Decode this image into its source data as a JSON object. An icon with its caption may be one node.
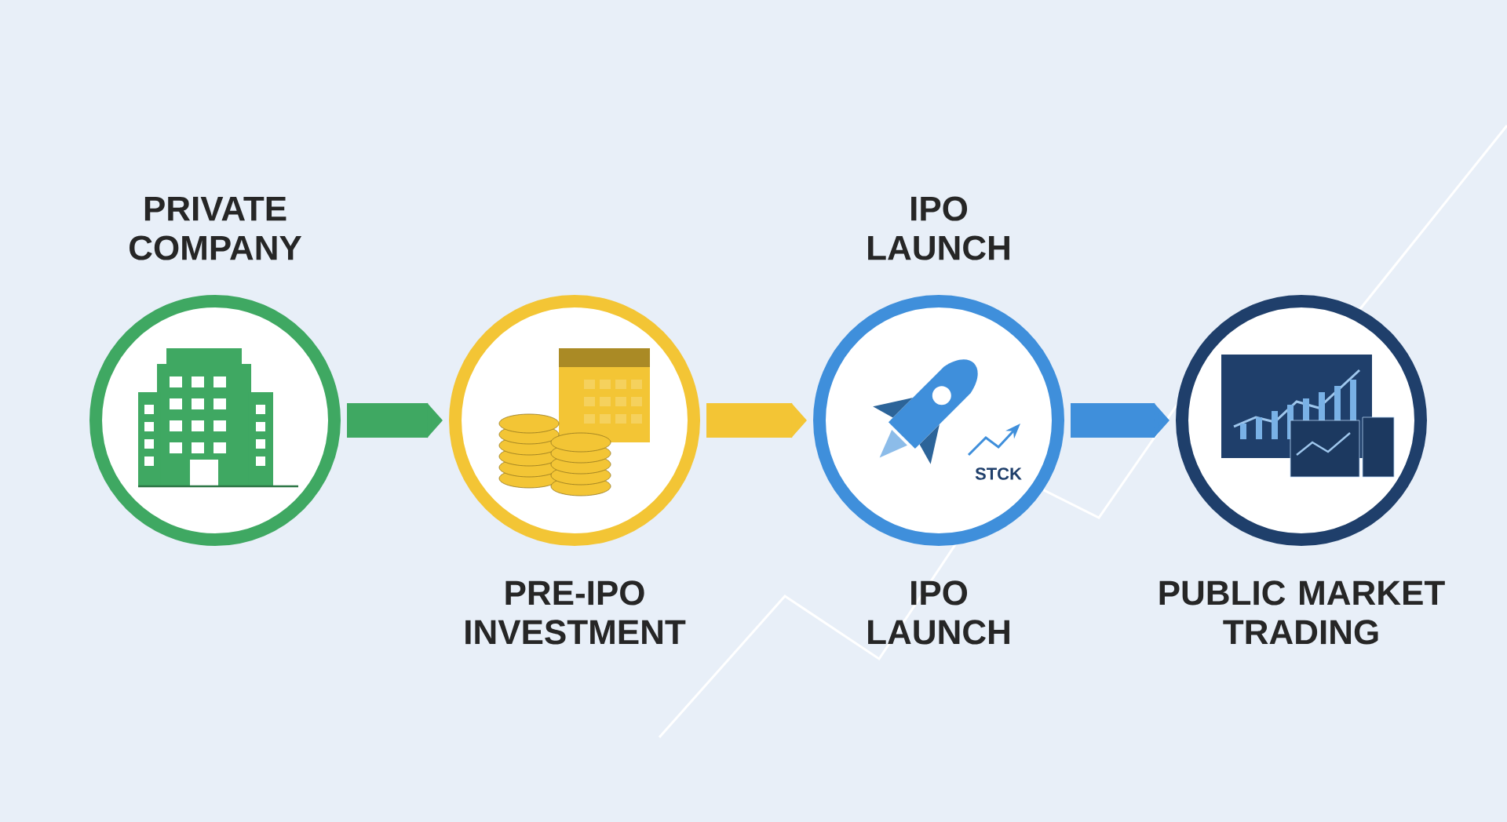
{
  "diagram": {
    "nodes": [
      {
        "text": [
          "PRIVATE COMPANY"
        ]
      },
      {
        "text": [
          "PRE-IPO INVESTMENT"
        ]
      },
      {
        "text": [
          "IPO LAUNCH",
          "IPO LAUNCH"
        ]
      },
      {
        "text": [
          "PUBLIC MARKET TRADING"
        ]
      }
    ],
    "edges": [
      {
        "from": 0,
        "to": 1,
        "arrow": "to",
        "color": "#3fa862"
      },
      {
        "from": 1,
        "to": 2,
        "arrow": "to",
        "color": "#f3c535"
      },
      {
        "from": 2,
        "to": 3,
        "arrow": "to",
        "color": "#3f8fdb"
      }
    ],
    "labels": [
      "STCK"
    ]
  }
}
